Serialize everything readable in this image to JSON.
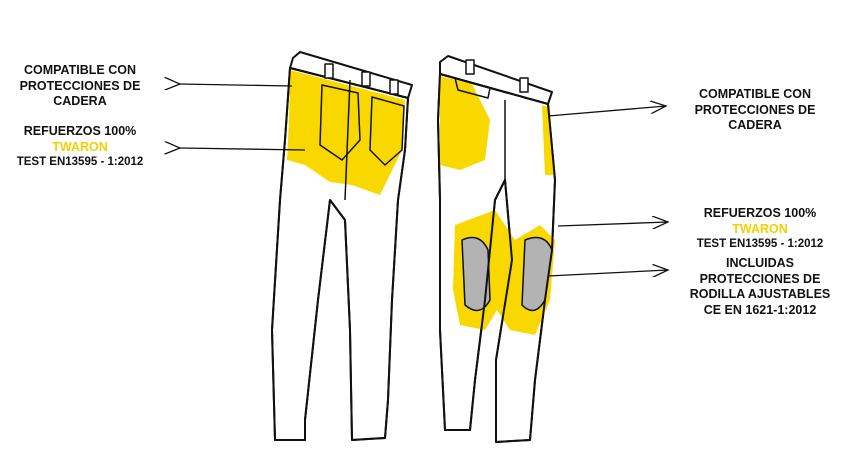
{
  "colors": {
    "reinforcement": "#f9d800",
    "knee_protector": "#b3b3b3",
    "outline": "#111111",
    "accent_text": "#f5d000"
  },
  "left_labels": {
    "hip": {
      "lines": [
        "COMPATIBLE CON",
        "PROTECCIONES DE",
        "CADERA"
      ]
    },
    "reinforcement": {
      "title": "REFUERZOS 100%",
      "accent": "TWARON",
      "test": "TEST EN13595 - 1:2012"
    }
  },
  "right_labels": {
    "hip": {
      "lines": [
        "COMPATIBLE CON",
        "PROTECCIONES DE",
        "CADERA"
      ]
    },
    "reinforcement": {
      "title": "REFUERZOS 100%",
      "accent": "TWARON",
      "test": "TEST EN13595 - 1:2012"
    },
    "knee": {
      "lines": [
        "INCLUIDAS",
        "PROTECCIONES DE",
        "RODILLA AJUSTABLES",
        "CE EN 1621-1:2012"
      ]
    }
  }
}
